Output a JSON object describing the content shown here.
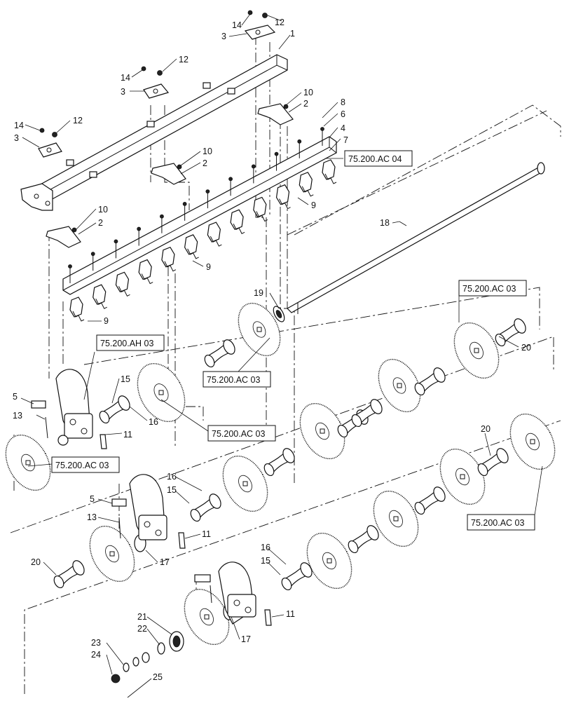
{
  "labels": {
    "p1": "1",
    "p2a": "2",
    "p2b": "2",
    "p2c": "2",
    "p3a": "3",
    "p3b": "3",
    "p3c": "3",
    "p4": "4",
    "p5a": "5",
    "p5b": "5",
    "p6": "6",
    "p7": "7",
    "p8": "8",
    "p9a": "9",
    "p9b": "9",
    "p9c": "9",
    "p10a": "10",
    "p10b": "10",
    "p10c": "10",
    "p11a": "11",
    "p11b": "11",
    "p11c": "11",
    "p12a": "12",
    "p12b": "12",
    "p12c": "12",
    "p13a": "13",
    "p13b": "13",
    "p14a": "14",
    "p14b": "14",
    "p14c": "14",
    "p15a": "15",
    "p15b": "15",
    "p15c": "15",
    "p16a": "16",
    "p16b": "16",
    "p16c": "16",
    "p17a": "17",
    "p17b": "17",
    "p18": "18",
    "p19": "19",
    "p20a": "20",
    "p20b": "20",
    "p20c": "20",
    "p21": "21",
    "p22": "22",
    "p23": "23",
    "p24": "24",
    "p25": "25"
  },
  "references": {
    "ref_ac04": "75.200.AC 04",
    "ref_ac03_right": "75.200.AC 03",
    "ref_ah03": "75.200.AH 03",
    "ref_ac03_center": "75.200.AC 03",
    "ref_ac03_mid": "75.200.AC 03",
    "ref_ac03_left": "75.200.AC 03",
    "ref_ac03_lower_right": "75.200.AC 03"
  },
  "colors": {
    "line": "#111111",
    "background": "#ffffff"
  }
}
